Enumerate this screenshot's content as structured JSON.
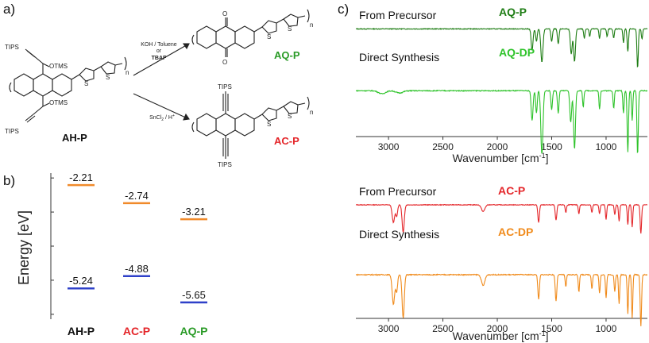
{
  "panels": {
    "a": "a)",
    "b": "b)",
    "c": "c)"
  },
  "scheme": {
    "start": {
      "name": "AH-P",
      "tips_top": "TIPS",
      "tips_bottom": "TIPS",
      "otms_top": "OTMS",
      "otms_bottom": "OTMS"
    },
    "upper_arrow": {
      "line1": "KOH / Toluene",
      "line2": "or",
      "line3": "TBAF"
    },
    "lower_arrow": {
      "label": "SnCl",
      "sub": "2",
      "rest": " / H",
      "sup": "+"
    },
    "product_top": {
      "name": "AQ-P",
      "o_top": "O",
      "o_bottom": "O"
    },
    "product_bottom": {
      "name": "AC-P",
      "tips_top": "TIPS",
      "tips_bottom": "TIPS"
    },
    "s_label": "S",
    "n_label": "n"
  },
  "chart_data": [
    {
      "type": "scatter",
      "panel": "b",
      "ylabel": "Energy [eV]",
      "categories": [
        "AH-P",
        "AC-P",
        "AQ-P"
      ],
      "category_colors": [
        "#111111",
        "#e4262a",
        "#2a9b27"
      ],
      "ylim": [
        -6.05,
        -1.95
      ],
      "series": [
        {
          "values": [
            -2.21,
            -2.74,
            -3.21
          ],
          "labels": [
            "-2.21",
            "-2.74",
            "-3.21"
          ],
          "color": "#f08a2a"
        },
        {
          "values": [
            -5.24,
            -4.88,
            -5.65
          ],
          "labels": [
            "-5.24",
            "-4.88",
            "-5.65"
          ],
          "color": "#2f41c9"
        }
      ]
    },
    {
      "type": "line",
      "panel": "c-top",
      "xlabel": "Wavenumber [cm",
      "xlabel_sup": "-1",
      "xlabel_end": "]",
      "xlim": [
        3300,
        620
      ],
      "xticks": [
        3000,
        2500,
        2000,
        1500,
        1000
      ],
      "xtick_labels": [
        "3000",
        "2500",
        "2000",
        "1500",
        "1000"
      ],
      "series": [
        {
          "name": "AQ-P",
          "caption": "From Precursor",
          "color": "#1e7d14",
          "baseline": 0.92,
          "bands": [
            [
              1680,
              0.34,
              12
            ],
            [
              1640,
              0.2,
              10
            ],
            [
              1590,
              0.52,
              14
            ],
            [
              1500,
              0.2,
              10
            ],
            [
              1440,
              0.24,
              10
            ],
            [
              1320,
              0.4,
              12
            ],
            [
              1290,
              0.52,
              12
            ],
            [
              1200,
              0.15,
              8
            ],
            [
              1150,
              0.12,
              8
            ],
            [
              1060,
              0.15,
              8
            ],
            [
              990,
              0.12,
              8
            ],
            [
              930,
              0.15,
              8
            ],
            [
              840,
              0.22,
              8
            ],
            [
              800,
              0.36,
              9
            ],
            [
              710,
              0.62,
              9
            ],
            [
              670,
              0.16,
              8
            ]
          ]
        },
        {
          "name": "AQ-DP",
          "caption": "Direct Synthesis",
          "color": "#2ec32a",
          "baseline": 0.55,
          "bands": [
            [
              3060,
              0.04,
              45
            ],
            [
              2900,
              0.03,
              45
            ],
            [
              1680,
              0.4,
              12
            ],
            [
              1640,
              0.3,
              10
            ],
            [
              1590,
              0.85,
              14
            ],
            [
              1500,
              0.25,
              10
            ],
            [
              1440,
              0.3,
              10
            ],
            [
              1325,
              0.42,
              12
            ],
            [
              1290,
              0.78,
              12
            ],
            [
              1210,
              0.22,
              8
            ],
            [
              1060,
              0.25,
              8
            ],
            [
              930,
              0.24,
              8
            ],
            [
              840,
              0.3,
              8
            ],
            [
              800,
              0.82,
              9
            ],
            [
              760,
              0.4,
              8
            ],
            [
              710,
              0.86,
              9
            ]
          ]
        }
      ]
    },
    {
      "type": "line",
      "panel": "c-bottom",
      "xlabel": "Wavenumber [cm",
      "xlabel_sup": "-1",
      "xlabel_end": "]",
      "xlim": [
        3300,
        620
      ],
      "xticks": [
        3000,
        2500,
        2000,
        1500,
        1000
      ],
      "xtick_labels": [
        "3000",
        "2500",
        "2000",
        "1500",
        "1000"
      ],
      "series": [
        {
          "name": "AC-P",
          "caption": "From Precursor",
          "color": "#e4262a",
          "baseline": 0.9,
          "bands": [
            [
              2955,
              0.32,
              16
            ],
            [
              2925,
              0.2,
              12
            ],
            [
              2865,
              0.5,
              14
            ],
            [
              2130,
              0.12,
              22
            ],
            [
              1620,
              0.32,
              10
            ],
            [
              1460,
              0.28,
              10
            ],
            [
              1370,
              0.14,
              8
            ],
            [
              1250,
              0.16,
              8
            ],
            [
              1130,
              0.14,
              8
            ],
            [
              1060,
              0.16,
              8
            ],
            [
              1000,
              0.26,
              8
            ],
            [
              920,
              0.18,
              8
            ],
            [
              880,
              0.3,
              8
            ],
            [
              800,
              0.36,
              8
            ],
            [
              760,
              0.4,
              8
            ],
            [
              680,
              0.52,
              9
            ]
          ]
        },
        {
          "name": "AC-DP",
          "caption": "Direct Synthesis",
          "color": "#f08a1a",
          "baseline": 0.5,
          "bands": [
            [
              2955,
              0.38,
              16
            ],
            [
              2925,
              0.22,
              12
            ],
            [
              2865,
              0.56,
              14
            ],
            [
              2130,
              0.14,
              22
            ],
            [
              1620,
              0.32,
              10
            ],
            [
              1460,
              0.34,
              10
            ],
            [
              1370,
              0.16,
              8
            ],
            [
              1250,
              0.22,
              8
            ],
            [
              1130,
              0.18,
              8
            ],
            [
              1060,
              0.24,
              8
            ],
            [
              1000,
              0.3,
              8
            ],
            [
              920,
              0.22,
              8
            ],
            [
              880,
              0.38,
              8
            ],
            [
              800,
              0.5,
              8
            ],
            [
              760,
              0.56,
              8
            ],
            [
              680,
              0.66,
              9
            ]
          ]
        }
      ]
    }
  ]
}
